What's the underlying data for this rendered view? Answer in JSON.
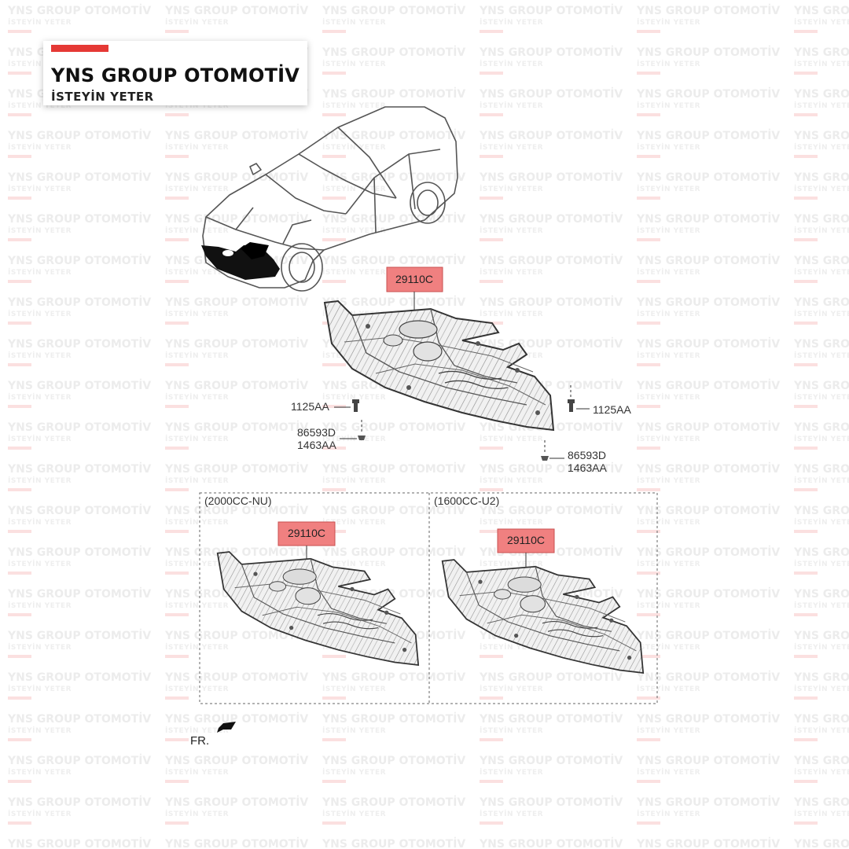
{
  "brand": {
    "name": "YNS GROUP OTOMOTİV",
    "slogan": "İSTEYİN YETER",
    "accent_color": "#e53935"
  },
  "watermark": {
    "title": "YNS GROUP OTOMOTİV",
    "subtitle": "İSTEYİN YETER"
  },
  "diagram": {
    "main_part": {
      "part_number": "29110C"
    },
    "fasteners": {
      "bolt_left": "1125AA",
      "bolt_right": "1125AA",
      "clip_left_1": "86593D",
      "clip_left_2": "1463AA",
      "clip_right_1": "86593D",
      "clip_right_2": "1463AA"
    },
    "variants": [
      {
        "label": "(2000CC-NU)",
        "part_number": "29110C"
      },
      {
        "label": "(1600CC-U2)",
        "part_number": "29110C"
      }
    ],
    "direction": "FR.",
    "highlight_color": "#f08080"
  }
}
